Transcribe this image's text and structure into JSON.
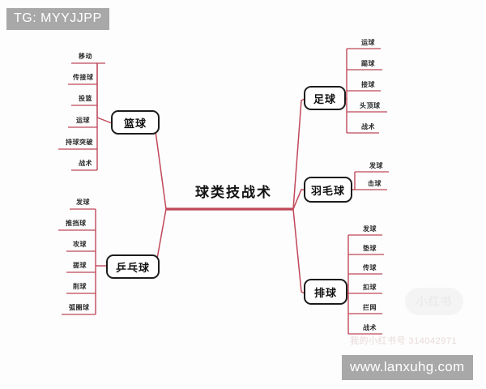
{
  "diagram": {
    "root": {
      "label": "球类技战术"
    },
    "theme": {
      "branch_color": "#c0485a",
      "node_border_color": "#1c1c1c",
      "canvas_background": "#fdfdfd",
      "text_color": "#111111"
    },
    "branches": [
      {
        "id": "basketball",
        "label": "篮球",
        "side": "left",
        "leaves": [
          "移动",
          "传接球",
          "投篮",
          "运球",
          "持球突破",
          "战术"
        ]
      },
      {
        "id": "table-tennis",
        "label": "乒乓球",
        "side": "left",
        "leaves": [
          "发球",
          "推挡球",
          "攻球",
          "搓球",
          "削球",
          "弧圈球"
        ]
      },
      {
        "id": "football",
        "label": "足球",
        "side": "right",
        "leaves": [
          "运球",
          "踢球",
          "接球",
          "头顶球",
          "战术"
        ]
      },
      {
        "id": "badminton",
        "label": "羽毛球",
        "side": "right",
        "leaves": [
          "发球",
          "击球"
        ]
      },
      {
        "id": "volleyball",
        "label": "排球",
        "side": "right",
        "leaves": [
          "发球",
          "垫球",
          "传球",
          "扣球",
          "拦网",
          "战术"
        ]
      }
    ]
  },
  "watermarks": {
    "top_tag": "TG: MYYJJPP",
    "bottom_url": "www.lanxuhg.com",
    "xhs_logo_text": "小红书",
    "xhs_id_text": "我的小红书号 314042971"
  }
}
